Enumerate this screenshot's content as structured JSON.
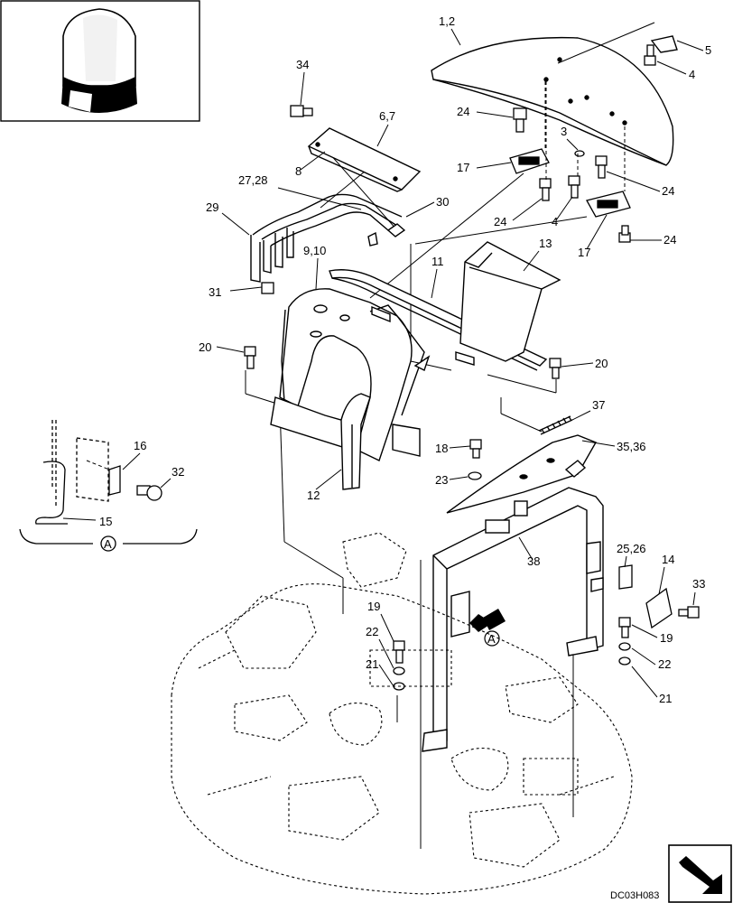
{
  "callouts": {
    "c1_2": "1,2",
    "c5": "5",
    "c4a": "4",
    "c34": "34",
    "c6_7": "6,7",
    "c8": "8",
    "c24a": "24",
    "c3": "3",
    "c17a": "17",
    "c24b": "24",
    "c24c": "24",
    "c4b": "4",
    "c17b": "17",
    "c24d": "24",
    "c27_28": "27,28",
    "c30": "30",
    "c29": "29",
    "c13": "13",
    "c9_10": "9,10",
    "c11": "11",
    "c31": "31",
    "c20a": "20",
    "c20b": "20",
    "c37": "37",
    "c16": "16",
    "c18": "18",
    "c35_36": "35,36",
    "c32": "32",
    "c23": "23",
    "c12": "12",
    "c15": "15",
    "cA_detail": "A",
    "c25_26": "25,26",
    "c14": "14",
    "c38": "38",
    "c33": "33",
    "c19a": "19",
    "c22a": "22",
    "c21a": "21",
    "cA_arrow": "A",
    "c19b": "19",
    "c22b": "22",
    "c21b": "21"
  },
  "drawing_code": "DC03H083",
  "icons": {
    "beacon": "rotating-beacon-icon",
    "orientation": "orientation-arrow-icon"
  }
}
